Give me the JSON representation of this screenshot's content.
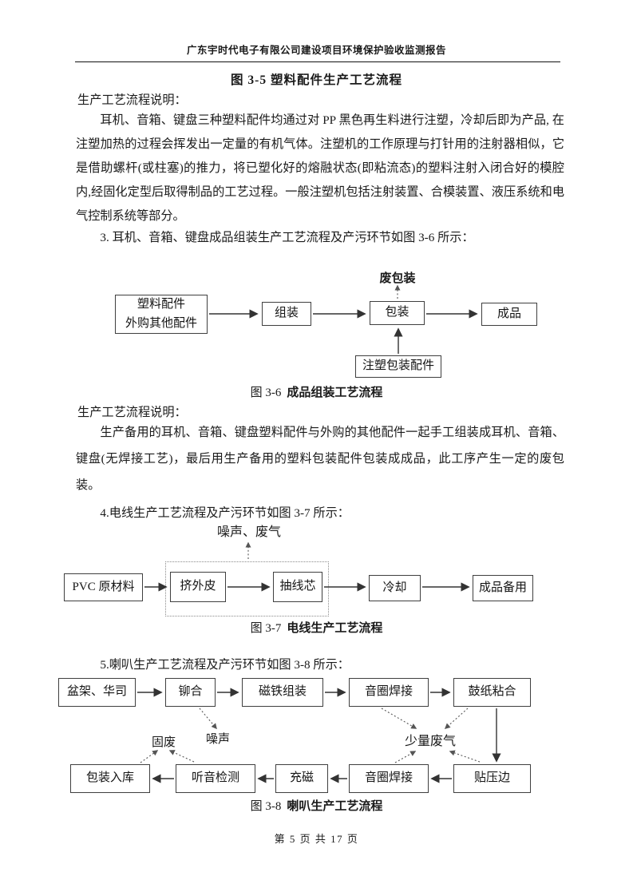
{
  "header": {
    "title": "广东宇时代电子有限公司建设项目环境保护验收监测报告"
  },
  "figure_3_5": {
    "title": "图 3-5 塑料配件生产工艺流程"
  },
  "injection": {
    "label": "生产工艺流程说明：",
    "paragraph": "耳机、音箱、键盘三种塑料配件均通过对 PP 黑色再生料进行注塑，冷却后即为产品, 在注塑加热的过程会挥发出一定量的有机气体。注塑机的工作原理与打针用的注射器相似，它是借助螺杆(或柱塞)的推力，将已塑化好的熔融状态(即粘流态)的塑料注射入闭合好的模腔内,经固化定型后取得制品的工艺过程。一般注塑机包括注射装置、合模装置、液压系统和电气控制系统等部分。"
  },
  "assembly": {
    "heading": "3. 耳机、音箱、键盘成品组装生产工艺流程及产污环节如图 3-6 所示：",
    "figure": {
      "pollutant": "废包装",
      "input_line1": "塑料配件",
      "input_line2": "外购其他配件",
      "step_assemble": "组装",
      "step_pack": "包装",
      "step_product": "成品",
      "bottom_box": "注塑包装配件",
      "caption_prefix": "图 3-6",
      "caption_title": "成品组装工艺流程"
    },
    "label": "生产工艺流程说明：",
    "paragraph": "生产备用的耳机、音箱、键盘塑料配件与外购的其他配件一起手工组装成耳机、音箱、键盘(无焊接工艺)，最后用生产备用的塑料包装配件包装成成品，此工序产生一定的废包装。"
  },
  "wire": {
    "heading": "4.电线生产工艺流程及产污环节如图 3-7 所示：",
    "figure": {
      "pollutant": "噪声、废气",
      "steps": [
        "PVC 原材料",
        "挤外皮",
        "抽线芯",
        "冷却",
        "成品备用"
      ],
      "caption_prefix": "图 3-7",
      "caption_title": "电线生产工艺流程"
    }
  },
  "speaker": {
    "heading": "5.喇叭生产工艺流程及产污环节如图 3-8 所示：",
    "figure": {
      "top_steps": [
        "盆架、华司",
        "铆合",
        "磁铁组装",
        "音圈焊接",
        "鼓纸粘合"
      ],
      "bottom_steps": [
        "包装入库",
        "听音检测",
        "充磁",
        "音圈焊接",
        "贴压边"
      ],
      "solid_waste_label": "固废",
      "noise_label": "噪声",
      "gas_label": "少量废气",
      "caption_prefix": "图 3-8",
      "caption_title": "喇叭生产工艺流程"
    }
  },
  "footer": {
    "text": "第 5 页 共 17 页"
  },
  "colors": {
    "text": "#1a1a1a",
    "line": "#333333",
    "background": "#ffffff"
  }
}
